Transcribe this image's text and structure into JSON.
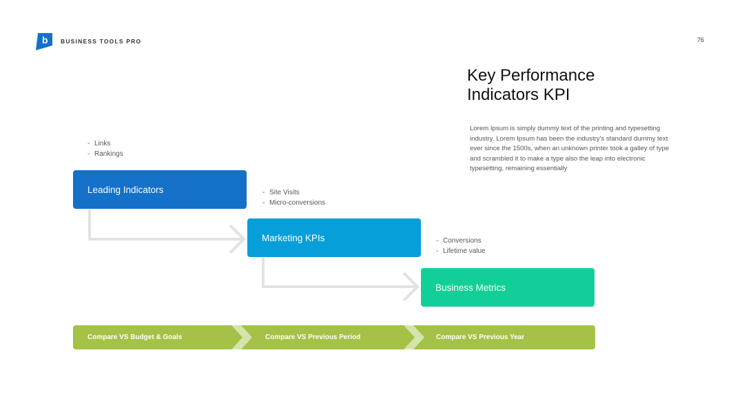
{
  "header": {
    "brand_name": "BUSINESS TOOLS PRO",
    "logo_letter": "b",
    "page_number": "76"
  },
  "content": {
    "title_line1": "Key Performance",
    "title_line2": "Indicators KPI",
    "body": "Lorem Ipsum is simply dummy text of the printing and typesetting industry. Lorem Ipsum has been the industry's standard dummy text ever since the 1500s, when an unknown printer took a galley of type and scrambled it to make a type also the leap into electronic typesetting, remaining essentially"
  },
  "steps": [
    {
      "label": "Leading Indicators",
      "bullets": [
        "Links",
        "Rankings"
      ]
    },
    {
      "label": "Marketing KPIs",
      "bullets": [
        "Site Visits",
        "Micro-conversions"
      ]
    },
    {
      "label": "Business Metrics",
      "bullets": [
        "Conversions",
        "Lifetime value"
      ]
    }
  ],
  "compare_band": [
    "Compare VS Budget & Goals",
    "Compare VS Previous Period",
    "Compare VS Previous Year"
  ],
  "colors": {
    "leading": "#1570c8",
    "marketing": "#079fd9",
    "business": "#12cf98",
    "band": "#a3c247",
    "connector": "#e2e2e2"
  }
}
